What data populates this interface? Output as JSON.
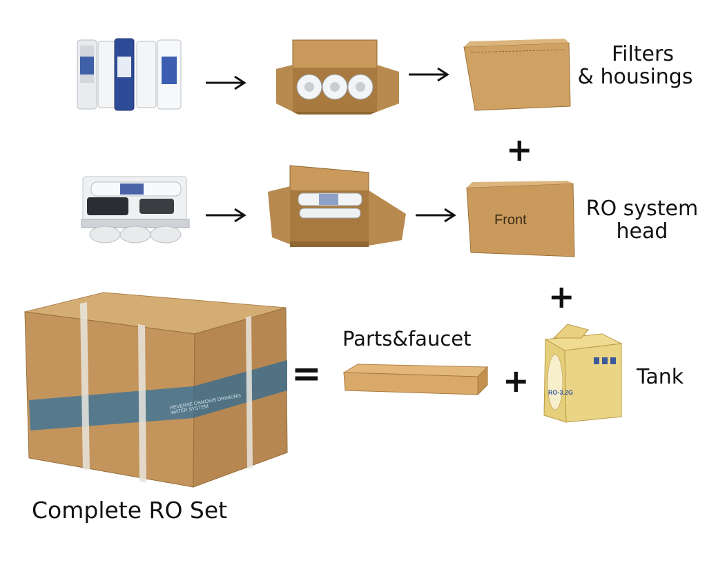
{
  "labels": {
    "filters_line1": "Filters",
    "filters_line2": "& housings",
    "ro_head_line1": "RO system",
    "ro_head_line2": "head",
    "parts_faucet": "Parts&faucet",
    "tank": "Tank",
    "complete_set": "Complete RO Set"
  },
  "box_texts": {
    "front": "Front",
    "tank_box_model": "RO-3.2G",
    "big_box_brand": "REVERSE OSMOSIS DRINKING WATER SYSTEM"
  },
  "operators": {
    "plus": "+",
    "equals": "="
  },
  "colors": {
    "cardboard": "#c99a5c",
    "cardboard_dark": "#a87a3f",
    "cardboard_light": "#dcb57e",
    "tank_box": "#e6cf7a",
    "band_blue": "#3f6f8a",
    "filter_white": "#f1f3f5",
    "filter_blue": "#2d4fa0"
  }
}
